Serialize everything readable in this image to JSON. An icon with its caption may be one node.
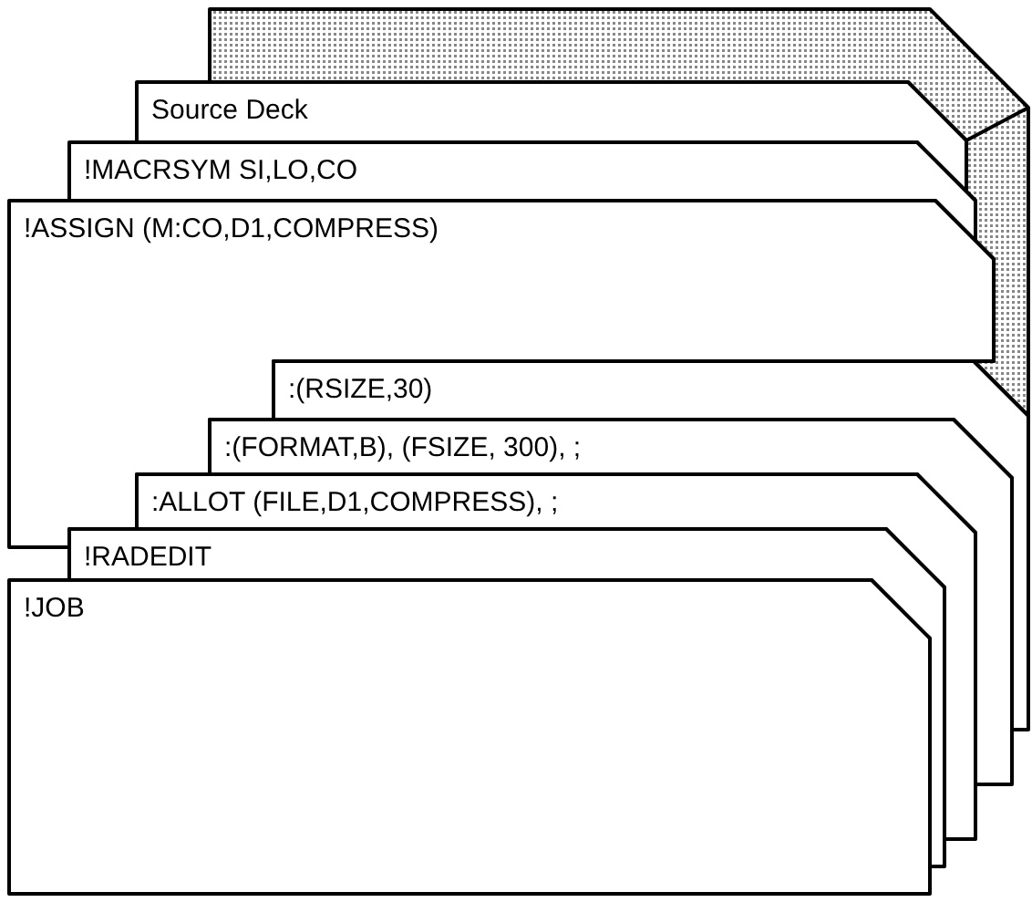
{
  "diagram": {
    "nodes": [
      {
        "text": [],
        "shape": "box"
      },
      {
        "text": [
          "Source Deck"
        ]
      },
      {
        "text": [
          "!MACRSYM SI,LO,CO"
        ]
      },
      {
        "text": [
          "!ASSIGN (M:CO,D1,COMPRESS)"
        ]
      },
      {
        "text": [
          ":(RSIZE,30)"
        ]
      },
      {
        "text": [
          ":(FORMAT,B), (FSIZE, 300), ;"
        ]
      },
      {
        "text": [
          ":ALLOT (FILE,D1,COMPRESS), ;"
        ]
      },
      {
        "text": [
          "!RADEDIT"
        ]
      },
      {
        "text": [
          "!JOB"
        ]
      }
    ]
  }
}
